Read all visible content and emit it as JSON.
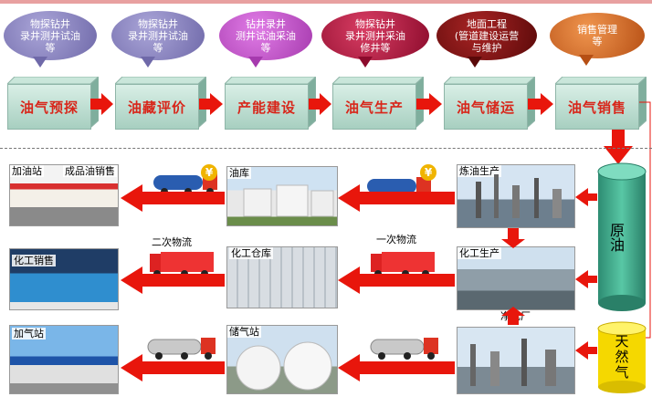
{
  "bubbles": [
    {
      "text": "物探钻井\n录井测井试油\n等",
      "color": "#8a84c0"
    },
    {
      "text": "物探钻井\n录井测井试油\n等",
      "color": "#8a84c0"
    },
    {
      "text": "钻井录井\n测井试油采油\n等",
      "color": "#c24fc9"
    },
    {
      "text": "物探钻井\n录井测井采油\n修井等",
      "color": "#b0123c"
    },
    {
      "text": "地面工程\n(管道建设运营\n与维护",
      "color": "#7a0e0e"
    },
    {
      "text": "销售管理\n等",
      "color": "#d76a2a"
    }
  ],
  "stages": [
    "油气预探",
    "油藏评价",
    "产能建设",
    "油气生产",
    "油气储运",
    "油气销售"
  ],
  "tanks": {
    "oil": "原油",
    "gas": "天\n然\n气"
  },
  "photos": {
    "gas_station_shop": "加油站",
    "refined_sales": "成品油销售",
    "oil_depot": "油库",
    "refinery": "炼油生产",
    "chem_sales": "化工销售",
    "chem_warehouse": "化工仓库",
    "chem_production": "化工生产",
    "gas_filling": "加气站",
    "gas_storage": "储气站",
    "purification": "净化厂"
  },
  "logistics": {
    "secondary": "二次物流",
    "primary": "一次物流"
  },
  "icons": {
    "money": "yen-icon"
  },
  "colors": {
    "arrow": "#e8160c",
    "cube_text": "#d8261a",
    "tank": "#3aa58a",
    "gas_tank": "#f5d800"
  }
}
